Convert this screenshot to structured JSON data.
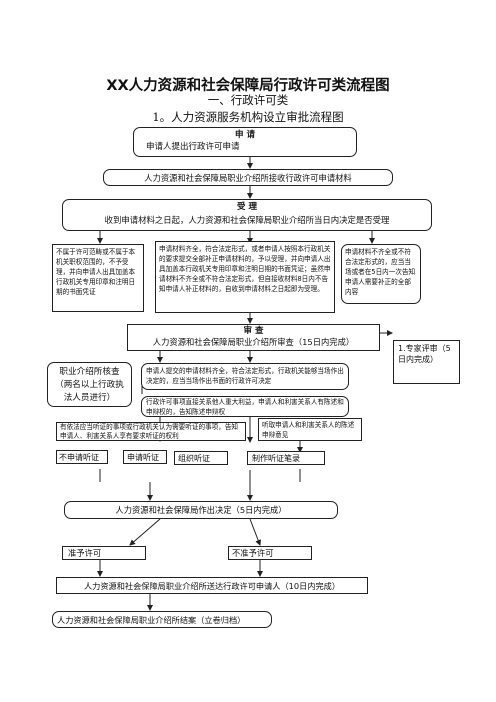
{
  "title": "XX人力资源和社会保障局行政许可类流程图",
  "section": "一、行政许可类",
  "subtitle": "1。人力资源服务机构设立审批流程图",
  "flow": {
    "apply_head": "申  请",
    "apply_text": "申请人提出行政许可申请",
    "receive": "人力资源和社会保障局职业介绍所接收行政许可申请材料",
    "accept_head": "受  理",
    "accept_text": "收到申请材料之日起，人力资源和社会保障局职业介绍所当日内决定是否受理",
    "left_note": "不属于许可范畴或不属于本机关职权范围的，不予受理，并向申请人出具加盖本行政机关专用印章和注明日期的书面凭证",
    "mid_note": "申请材料齐全，符合法定形式，或者申请人按照本行政机关的要求提交全部补正申请材料的，予以受理，并向申请人出具加盖本行政机关专用印章和注明日期的书面凭证；虽然申请材料不齐全或不符合法定形式，但自接收材料8日内不告知申请人补正材料的，自收到申请材料之日起即为受理。",
    "right_note": "申请材料不齐全或不符合法定形式的，应当当场或者在5日内一次告知申请人需要补正的全部内容",
    "review_head": "审  查",
    "review_text": "人力资源和社会保障局职业介绍所审查（15日内完成）",
    "expert_note": "1.专家评审（5 日内完成）",
    "review_left": "职业介绍所核查（两名以上行政执法人员进行）",
    "review_right": "申请人提交的申请材料齐全，符合法定形式，行政机关能够当场作出决定的，应当当场作出书面的行政许可决定",
    "interest": "行政许可事项直接关系他人重大利益，申请人和利害关系人有陈述和申辩权的，告知陈述申辩权",
    "hearing_left": "有依法应当听证的事项或行政机关认为需要听证的事项，告知申请人、利害关系人享有要求听证的权利",
    "hearing_right": "听取申请人和利害关系人的陈述申辩意见",
    "no_request": "不申请听证",
    "request": "申请听证",
    "organize": "组织听证",
    "record": "制作听证笔录",
    "decision": "人力资源和社会保障局作出决定（5日内完成）",
    "grant": "准予许可",
    "deny": "不准予许可",
    "deliver": "人力资源和社会保障局职业介绍所送达行政许可申请人（10日内完成）",
    "archive": "人力资源和社会保障局职业介绍所结案（立卷归档）"
  }
}
